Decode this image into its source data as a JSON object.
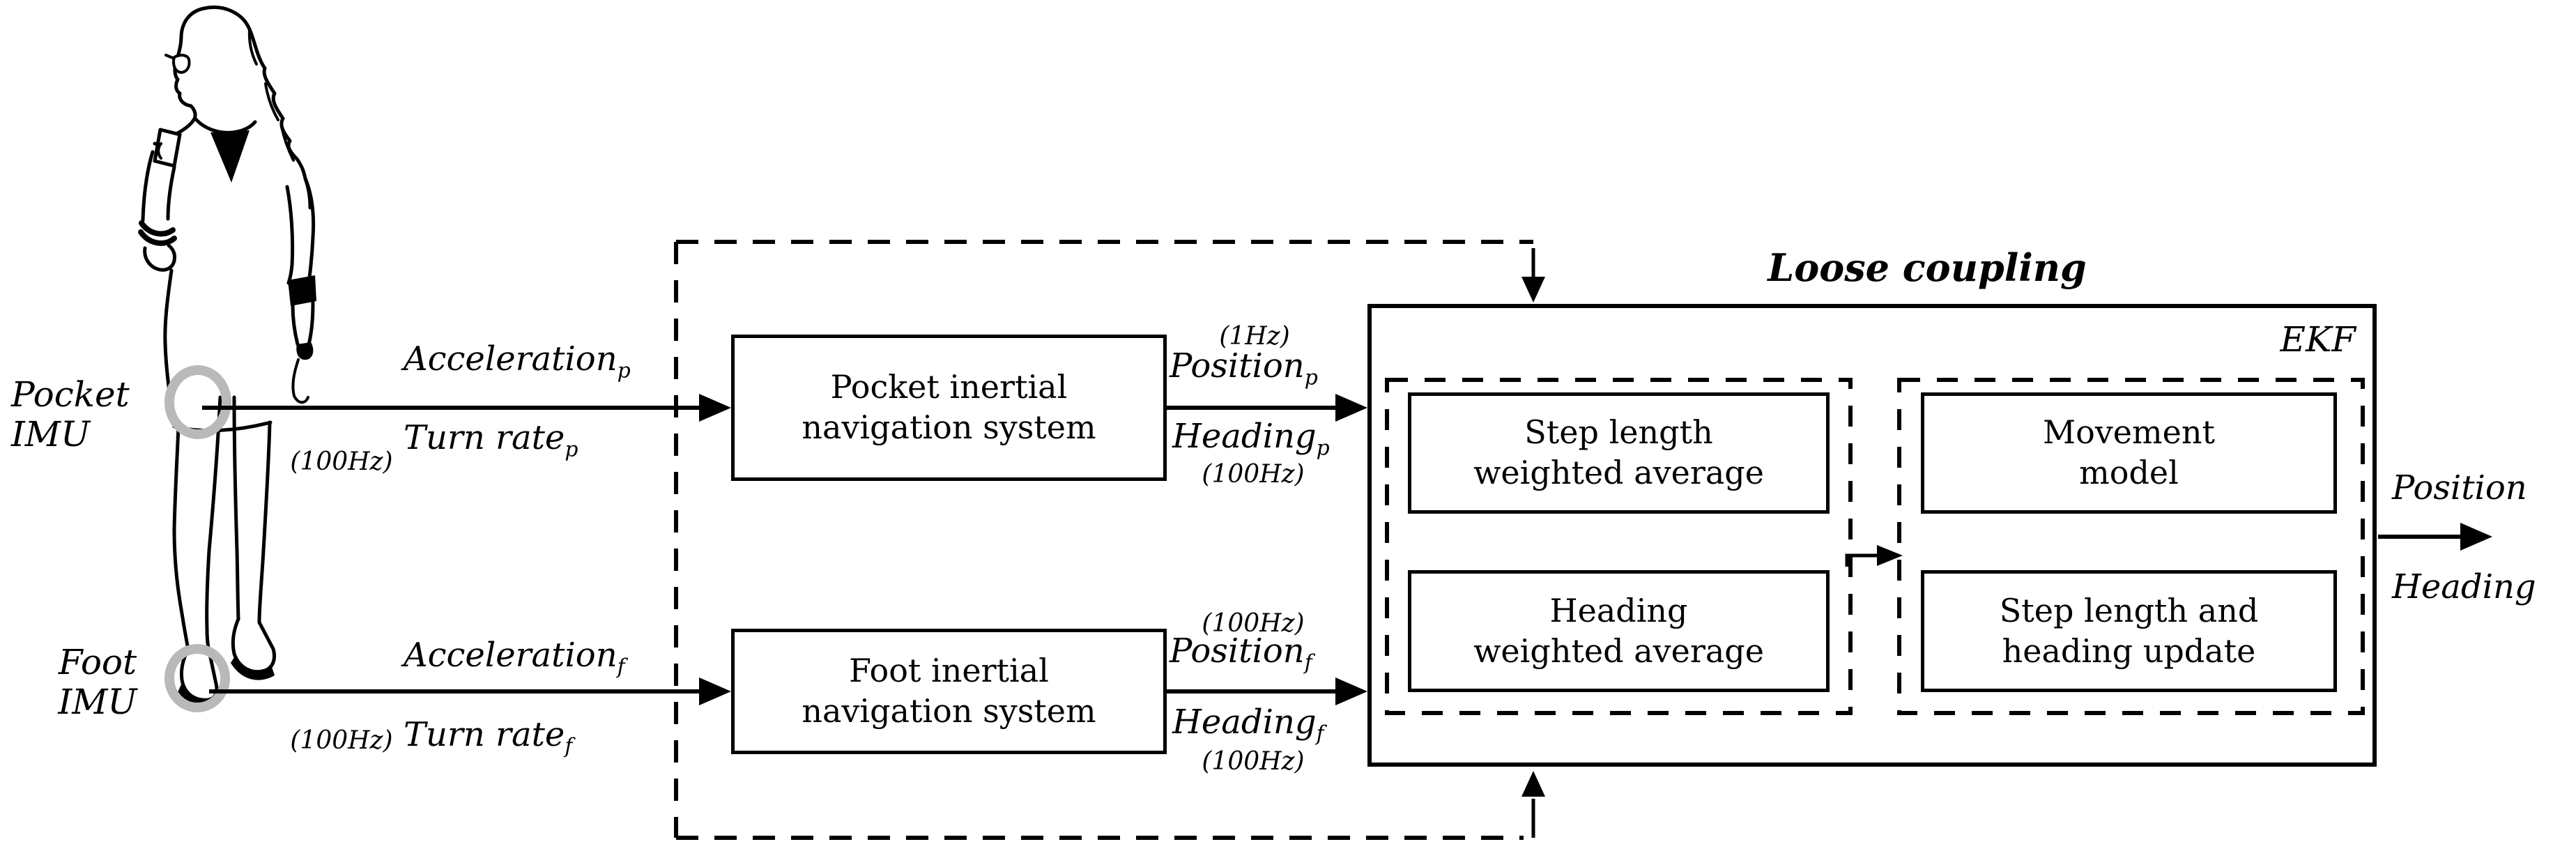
{
  "person": {
    "pocket_imu": {
      "line1": "Pocket",
      "line2": "IMU"
    },
    "foot_imu": {
      "line1": "Foot",
      "line2": "IMU"
    }
  },
  "signals": {
    "pocket_input": {
      "rate": "(100Hz)",
      "top": {
        "text": "Acceleration",
        "sub": "p"
      },
      "bottom": {
        "text": "Turn rate",
        "sub": "p"
      }
    },
    "foot_input": {
      "rate": "(100Hz)",
      "top": {
        "text": "Acceleration",
        "sub": "f"
      },
      "bottom": {
        "text": "Turn rate",
        "sub": "f"
      }
    },
    "pocket_output": {
      "rate_top": "(1Hz)",
      "top": {
        "text": "Position",
        "sub": "p"
      },
      "bottom": {
        "text": "Heading",
        "sub": "p"
      },
      "rate_bottom": "(100Hz)"
    },
    "foot_output": {
      "rate_top": "(100Hz)",
      "top": {
        "text": "Position",
        "sub": "f"
      },
      "bottom": {
        "text": "Heading",
        "sub": "f"
      },
      "rate_bottom": "(100Hz)"
    }
  },
  "boxes": {
    "pocket_ins": {
      "line1": "Pocket inertial",
      "line2": "navigation system"
    },
    "foot_ins": {
      "line1": "Foot inertial",
      "line2": "navigation system"
    },
    "step_length_avg": {
      "line1": "Step length",
      "line2": "weighted average"
    },
    "heading_avg": {
      "line1": "Heading",
      "line2": "weighted average"
    },
    "movement_model": {
      "line1": "Movement",
      "line2": "model"
    },
    "step_heading_update": {
      "line1": "Step length and",
      "line2": "heading update"
    }
  },
  "loose_coupling": {
    "title": "Loose coupling",
    "ekf_label": "EKF"
  },
  "outputs": {
    "position": "Position",
    "heading": "Heading"
  },
  "colors": {
    "ink": "#000000",
    "imu_circle": "#b9b9b9",
    "background": "#ffffff"
  }
}
